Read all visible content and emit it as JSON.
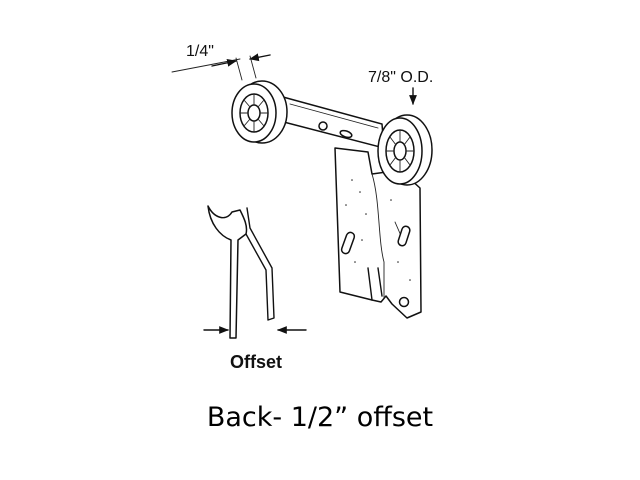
{
  "labels": {
    "width_dimension": "1/4\"",
    "diameter_dimension": "7/8\" O.D.",
    "offset_label": "Offset",
    "caption": "Back- 1/2” offset"
  },
  "colors": {
    "ink": "#111111",
    "background": "#ffffff"
  },
  "icons": {
    "dimension_arrow": "arrowhead",
    "leader_arrow": "arrowhead"
  }
}
